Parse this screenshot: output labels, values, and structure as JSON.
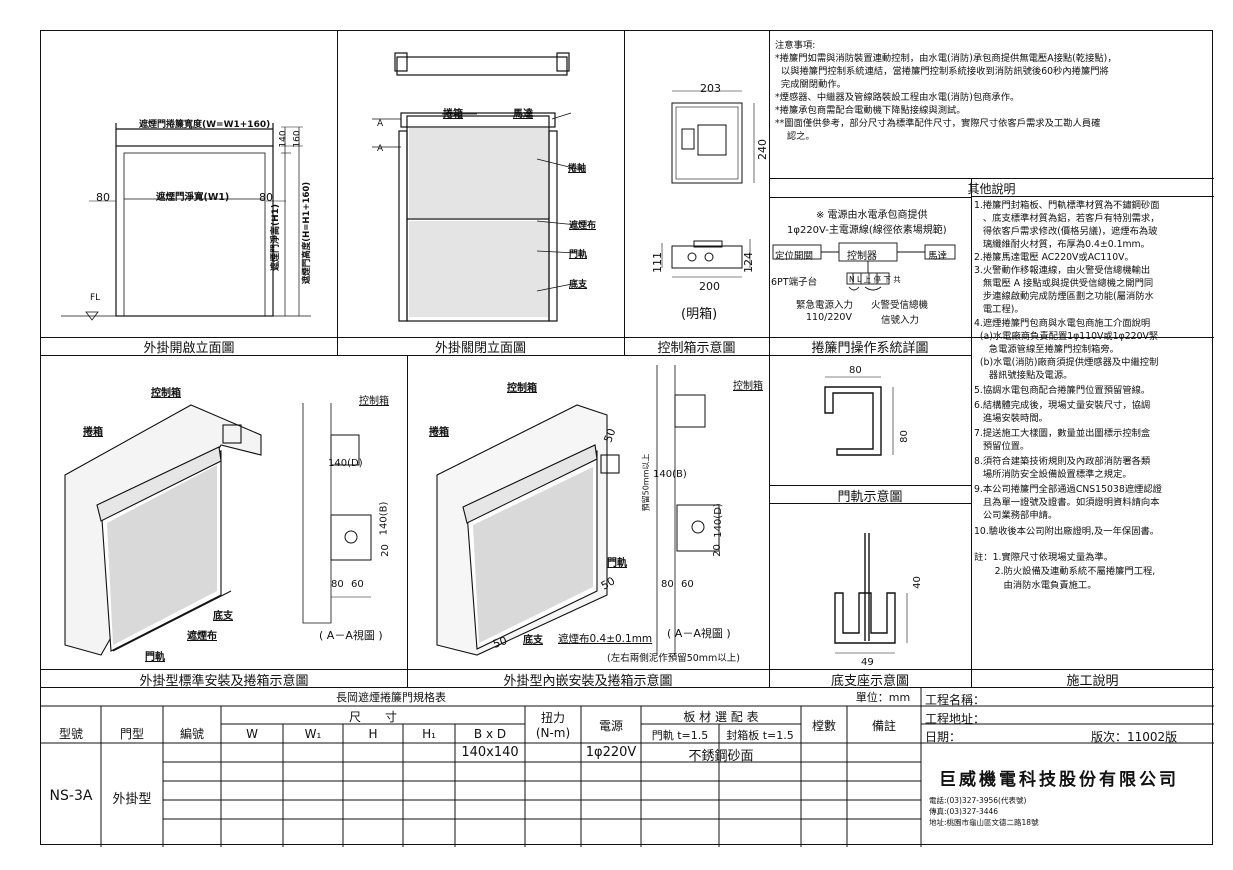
{
  "panels": {
    "open_elev": {
      "caption": "外掛開啟立面圖",
      "width_label": "遮煙門捲簾寬度(W=W1+160)",
      "opening_label": "遮煙門淨寬(W1)",
      "dim_80_left": "80",
      "dim_80_right": "80",
      "dim_140": "140",
      "dim_160": "160",
      "h1_label": "遮煙門淨高(H1)",
      "h_label": "遮煙門高度(H=H1+160)",
      "fl": "FL"
    },
    "closed_elev": {
      "caption": "外掛關閉立面圖",
      "box": "捲箱",
      "motor": "馬達",
      "arrow_a1": "A",
      "arrow_a2": "A",
      "shaft": "捲軸",
      "curtain": "遮煙布",
      "rail": "門軌",
      "bottom": "底支"
    },
    "control_box": {
      "caption": "控制箱示意圖",
      "w_top": "203",
      "h_top": "240",
      "h_bottom_left": "111",
      "h_bottom_right": "124",
      "w_bottom": "200",
      "label": "(明箱)"
    },
    "system": {
      "caption": "捲簾門操作系統詳圖",
      "note1": "※ 電源由水電承包商提供",
      "note2": "1φ220V-主電源線(線徑依素場規範)",
      "limit_switch": "定位開關",
      "controller": "控制器",
      "motor": "馬達",
      "terminal": "6PT端子台",
      "terminal_pins": "N L 上 停 下 共",
      "emergency": "緊急電源入力",
      "emergency_v": "110/220V",
      "fire_signal": "火警受信總機",
      "fire_signal2": "信號入力"
    },
    "rail": {
      "caption": "門軌示意圖",
      "w": "80",
      "h": "80"
    },
    "bottom_seat": {
      "caption": "底支座示意圖",
      "h": "40",
      "w": "49"
    },
    "std_install": {
      "caption": "外掛型標準安裝及捲箱示意圖",
      "control_box": "控制箱",
      "box": "捲箱",
      "bottom": "底支",
      "curtain": "遮煙布",
      "rail": "門軌",
      "side_box": "控制箱",
      "d140": "140(D)",
      "b140": "140(B)",
      "d20": "20",
      "d80": "80",
      "d60": "60",
      "view": "( A－A視圖 )"
    },
    "emb_install": {
      "caption": "外掛型內嵌安裝及捲箱示意圖",
      "control_box": "控制箱",
      "box": "捲箱",
      "rail": "門軌",
      "bottom": "底支",
      "curtain_spec": "遮煙布0.4±0.1mm",
      "d50a": "50",
      "d50b": "50",
      "d50c": "50",
      "mortar": "預留50mm以上",
      "side_box": "控制箱",
      "b140": "140(B)",
      "d140": "140(D)",
      "d20": "20",
      "d80": "80",
      "d60": "60",
      "view": "( A－A視圖 )",
      "note": "(左右兩側泥作預留50mm以上)"
    }
  },
  "notes": {
    "title": "注意事項:",
    "lines": [
      "*捲簾門如需與消防裝置連動控制，由水電(消防)承包商提供無電壓A接點(乾接點)，",
      "  以與捲簾門控制系統連結，當捲簾門控制系統接收到消防訊號後60秒內捲簾門將",
      "  完成關閉動作。",
      "*煙感器、中繼器及管線路裝設工程由水電(消防)包商承作。",
      "*捲簾承包商需配合電動機下降點接線與測試。",
      "**圖面僅供參考，部分尺寸為標準配件尺寸，實際尺寸依客戶需求及工勘人員確",
      "    認之。"
    ]
  },
  "other": {
    "title": "其他說明",
    "lines": [
      "1.捲簾門封箱板、門軌標準材質為不鏽鋼砂面",
      "   、底支標準材質為鋁，若客戶有特別需求，",
      "   得依客戶需求修改(價格另議)，遮煙布為玻",
      "   璃纖維耐火材質，布厚為0.4±0.1mm。",
      "2.捲簾馬達電壓 AC220V或AC110V。",
      "3.火警動作移報連線，由火警受信總機輸出",
      "   無電壓 A 接點或與提供受信總機之開門同",
      "   步連線啟動完成防煙區劃之功能(屬消防水",
      "   電工程)。",
      "4.遮煙捲簾門包商與水電包商施工介面說明",
      "  (a)水電廠商負責配置1φ110V或1φ220V緊",
      "     急電源管線至捲簾門控制箱旁。",
      "  (b)水電(消防)廠商須提供煙感器及中繼控制",
      "     器訊號接點及電源。",
      "5.協調水電包商配合捲簾門位置預留管線。",
      "6.結構體完成後，現場丈量安裝尺寸，協調",
      "   進場安裝時間。",
      "7.提送施工大樣圖，數量並出圖標示控制盒",
      "   預留位置。",
      "8.須符合建築技術規則及內政部消防署各類",
      "   場所消防安全設備設置標準之規定。",
      "9.本公司捲簾門全部通過CNS15038遮煙認證",
      "   且為單一證號及證書。如須證明資料請向本",
      "   公司業務部申請。",
      "10.驗收後本公司附出廠證明,及一年保固書。",
      "",
      "註：1.實際尺寸依現場丈量為準。",
      "       2.防火設備及連動系統不屬捲簾門工程,",
      "          由消防水電負責施工。"
    ],
    "footer": "施工說明"
  },
  "spec_table": {
    "title": "長岡遮煙捲簾門規格表",
    "unit": "單位：mm",
    "h_type": "型號",
    "h_door": "門型",
    "h_no": "編號",
    "h_size": "尺　　寸",
    "h_w": "W",
    "h_w1": "W₁",
    "h_h": "H",
    "h_h1": "H₁",
    "h_bxd": "B x D",
    "h_torque": "扭力",
    "h_torque_u": "(N-m)",
    "h_power": "電源",
    "h_material": "板 材 選 配 表",
    "h_rail": "門軌 t=1.5",
    "h_box": "封箱板 t=1.5",
    "h_qty": "樘數",
    "h_remark": "備註",
    "model": "NS-3A",
    "door_type": "外掛型",
    "bxd": "140x140",
    "power": "1φ220V",
    "material": "不銹鋼砂面"
  },
  "title_block": {
    "project": "工程名稱：",
    "address": "工程地址：",
    "date": "日期：",
    "version": "版次：11002版",
    "company": "巨威機電科技股份有限公司",
    "tel": "電話:(03)327-3956(代表號)",
    "fax": "傳真:(03)327-3446",
    "addr": "地址:桃園市龜山區文德二路18號"
  }
}
